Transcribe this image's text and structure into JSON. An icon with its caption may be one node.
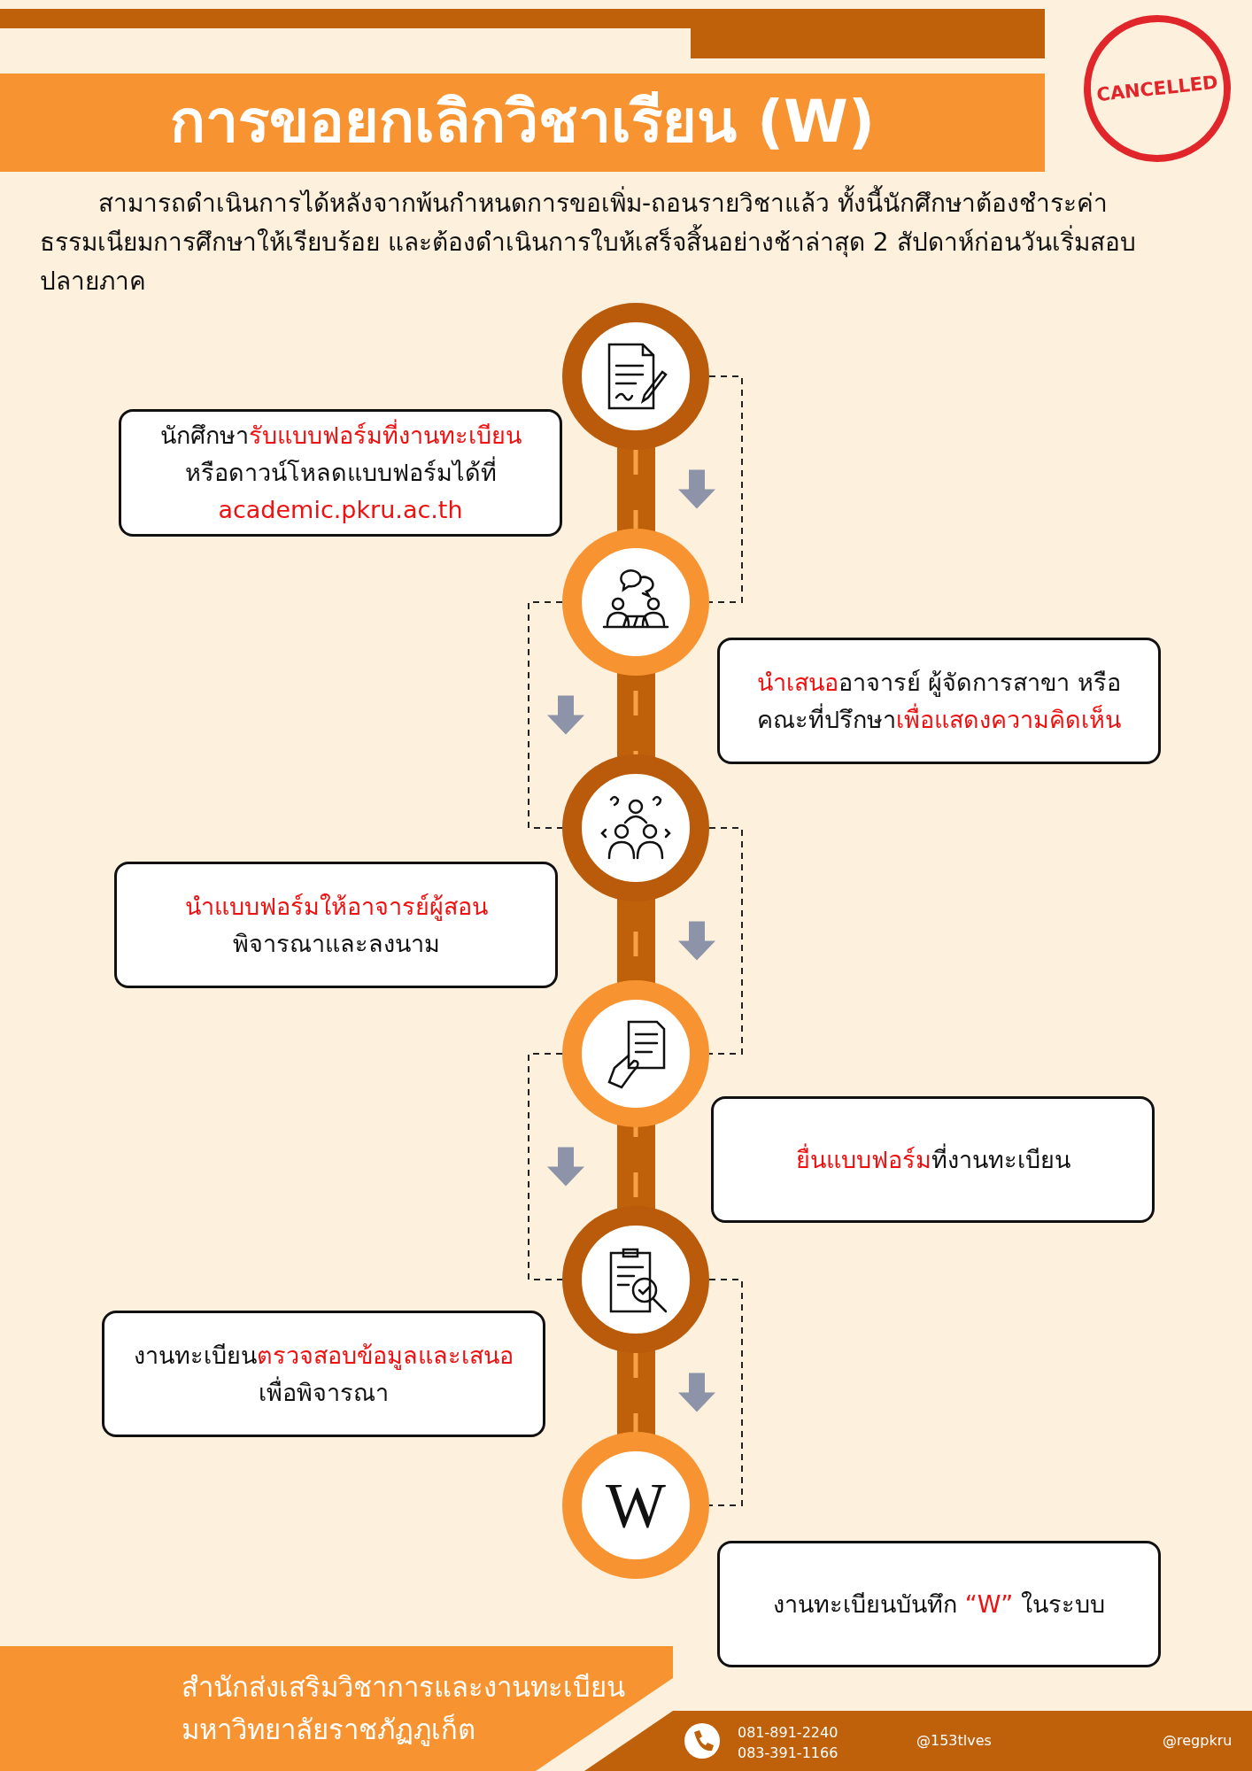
{
  "diagram": {
    "title": "การขอยกเลิกวิชาเรียน (W)",
    "nodes": [
      {
        "text": [],
        "shape": "circle"
      },
      {
        "text": [
          "นักศึกษา**รับแบบฟอร์มที่งานทะเบียน**หรือดาวน์โหลดแบบฟอร์มได้ที่ **academic.pkru.ac.th**"
        ]
      },
      {
        "text": [],
        "shape": "circle"
      },
      {
        "text": [
          "**นำเสนอ**อาจารย์ ผู้จัดการสาขา หรือคณะที่ปรึกษา**เพื่อแสดงความคิดเห็น**"
        ]
      },
      {
        "text": [],
        "shape": "circle"
      },
      {
        "text": [
          "**นำแบบฟอร์มให้อาจารย์ผู้สอน**พิจารณาและลงนาม"
        ]
      },
      {
        "text": [],
        "shape": "circle"
      },
      {
        "text": [
          "**ยื่นแบบฟอร์ม**ที่งานทะเบียน"
        ]
      },
      {
        "text": [],
        "shape": "circle"
      },
      {
        "text": [
          "งานทะเบียน**ตรวจสอบข้อมูลและเสนอ**เพื่อพิจารณา"
        ]
      },
      {
        "text": [
          "W"
        ]
      },
      {
        "text": [
          "งานทะเบียนบันทึก **“W”** ในระบบ"
        ]
      }
    ],
    "edges": [
      {
        "from": 0,
        "to": 2,
        "arrow": "none",
        "style": "dashed"
      },
      {
        "from": 2,
        "to": 4,
        "arrow": "none",
        "style": "dashed"
      },
      {
        "from": 4,
        "to": 6,
        "arrow": "none",
        "style": "dashed"
      },
      {
        "from": 6,
        "to": 8,
        "arrow": "none",
        "style": "dashed"
      },
      {
        "from": 8,
        "to": 10,
        "arrow": "none",
        "style": "dashed"
      },
      {
        "from": 0,
        "to": 2,
        "arrow": "to",
        "style": "thick",
        "color": "#8d93a8"
      },
      {
        "from": 2,
        "to": 4,
        "arrow": "to",
        "style": "thick",
        "color": "#8d93a8"
      },
      {
        "from": 4,
        "to": 6,
        "arrow": "to",
        "style": "thick",
        "color": "#8d93a8"
      },
      {
        "from": 6,
        "to": 8,
        "arrow": "to",
        "style": "thick",
        "color": "#8d93a8"
      },
      {
        "from": 8,
        "to": 10,
        "arrow": "to",
        "style": "thick",
        "color": "#8d93a8"
      }
    ],
    "labels": [
      "CANCELLED",
      "สามารถดำเนินการได้หลังจากพ้นกำหนดการขอเพิ่ม-ถอนรายวิชาแล้ว ทั้งนี้นักศึกษาต้องชำระค่าธรรมเนียมการศึกษาให้เรียบร้อย และต้องดำเนินการใบห้เสร็จสิ้นอย่างช้าล่าสุด 2 สัปดาห์ก่อนวันเริ่มสอบปลายภาค",
      "สำนักส่งเสริมวิชาการและงานทะเบียน",
      "มหาวิทยาลัยราชภัฏภูเก็ต",
      "081-891-2240",
      "083-391-1166",
      "@153tlves",
      "@regpkru"
    ]
  }
}
